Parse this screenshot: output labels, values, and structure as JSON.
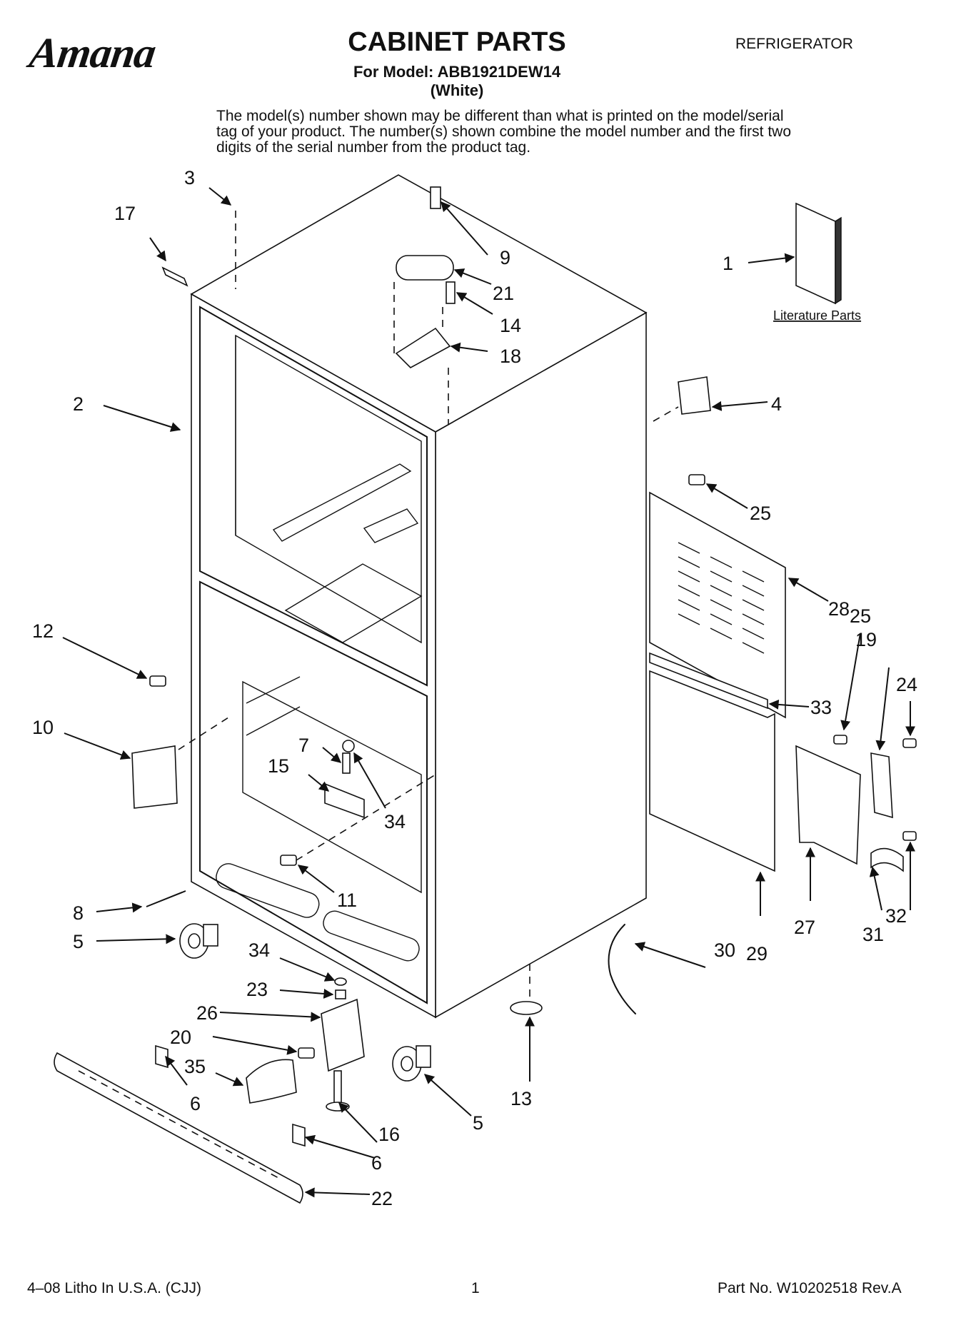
{
  "header": {
    "brand": "Amana",
    "title": "CABINET PARTS",
    "model_line": "For Model: ABB1921DEW14",
    "color_line": "(White)",
    "category": "REFRIGERATOR",
    "notice": "The model(s) number shown may be different than what is printed on the model/serial tag of your product. The number(s) shown combine the model number and the first two digits of the serial number from the product tag."
  },
  "diagram": {
    "literature_label": "Literature Parts",
    "callouts": [
      "1",
      "2",
      "3",
      "4",
      "5",
      "5",
      "6",
      "6",
      "7",
      "8",
      "9",
      "10",
      "11",
      "12",
      "13",
      "14",
      "15",
      "16",
      "17",
      "18",
      "19",
      "20",
      "21",
      "22",
      "23",
      "24",
      "25",
      "25",
      "26",
      "27",
      "28",
      "29",
      "30",
      "31",
      "32",
      "33",
      "34",
      "34",
      "35"
    ]
  },
  "footer": {
    "print_info": "4–08 Litho In U.S.A. (CJJ)",
    "page_number": "1",
    "part_number": "Part No. W10202518 Rev.A"
  }
}
